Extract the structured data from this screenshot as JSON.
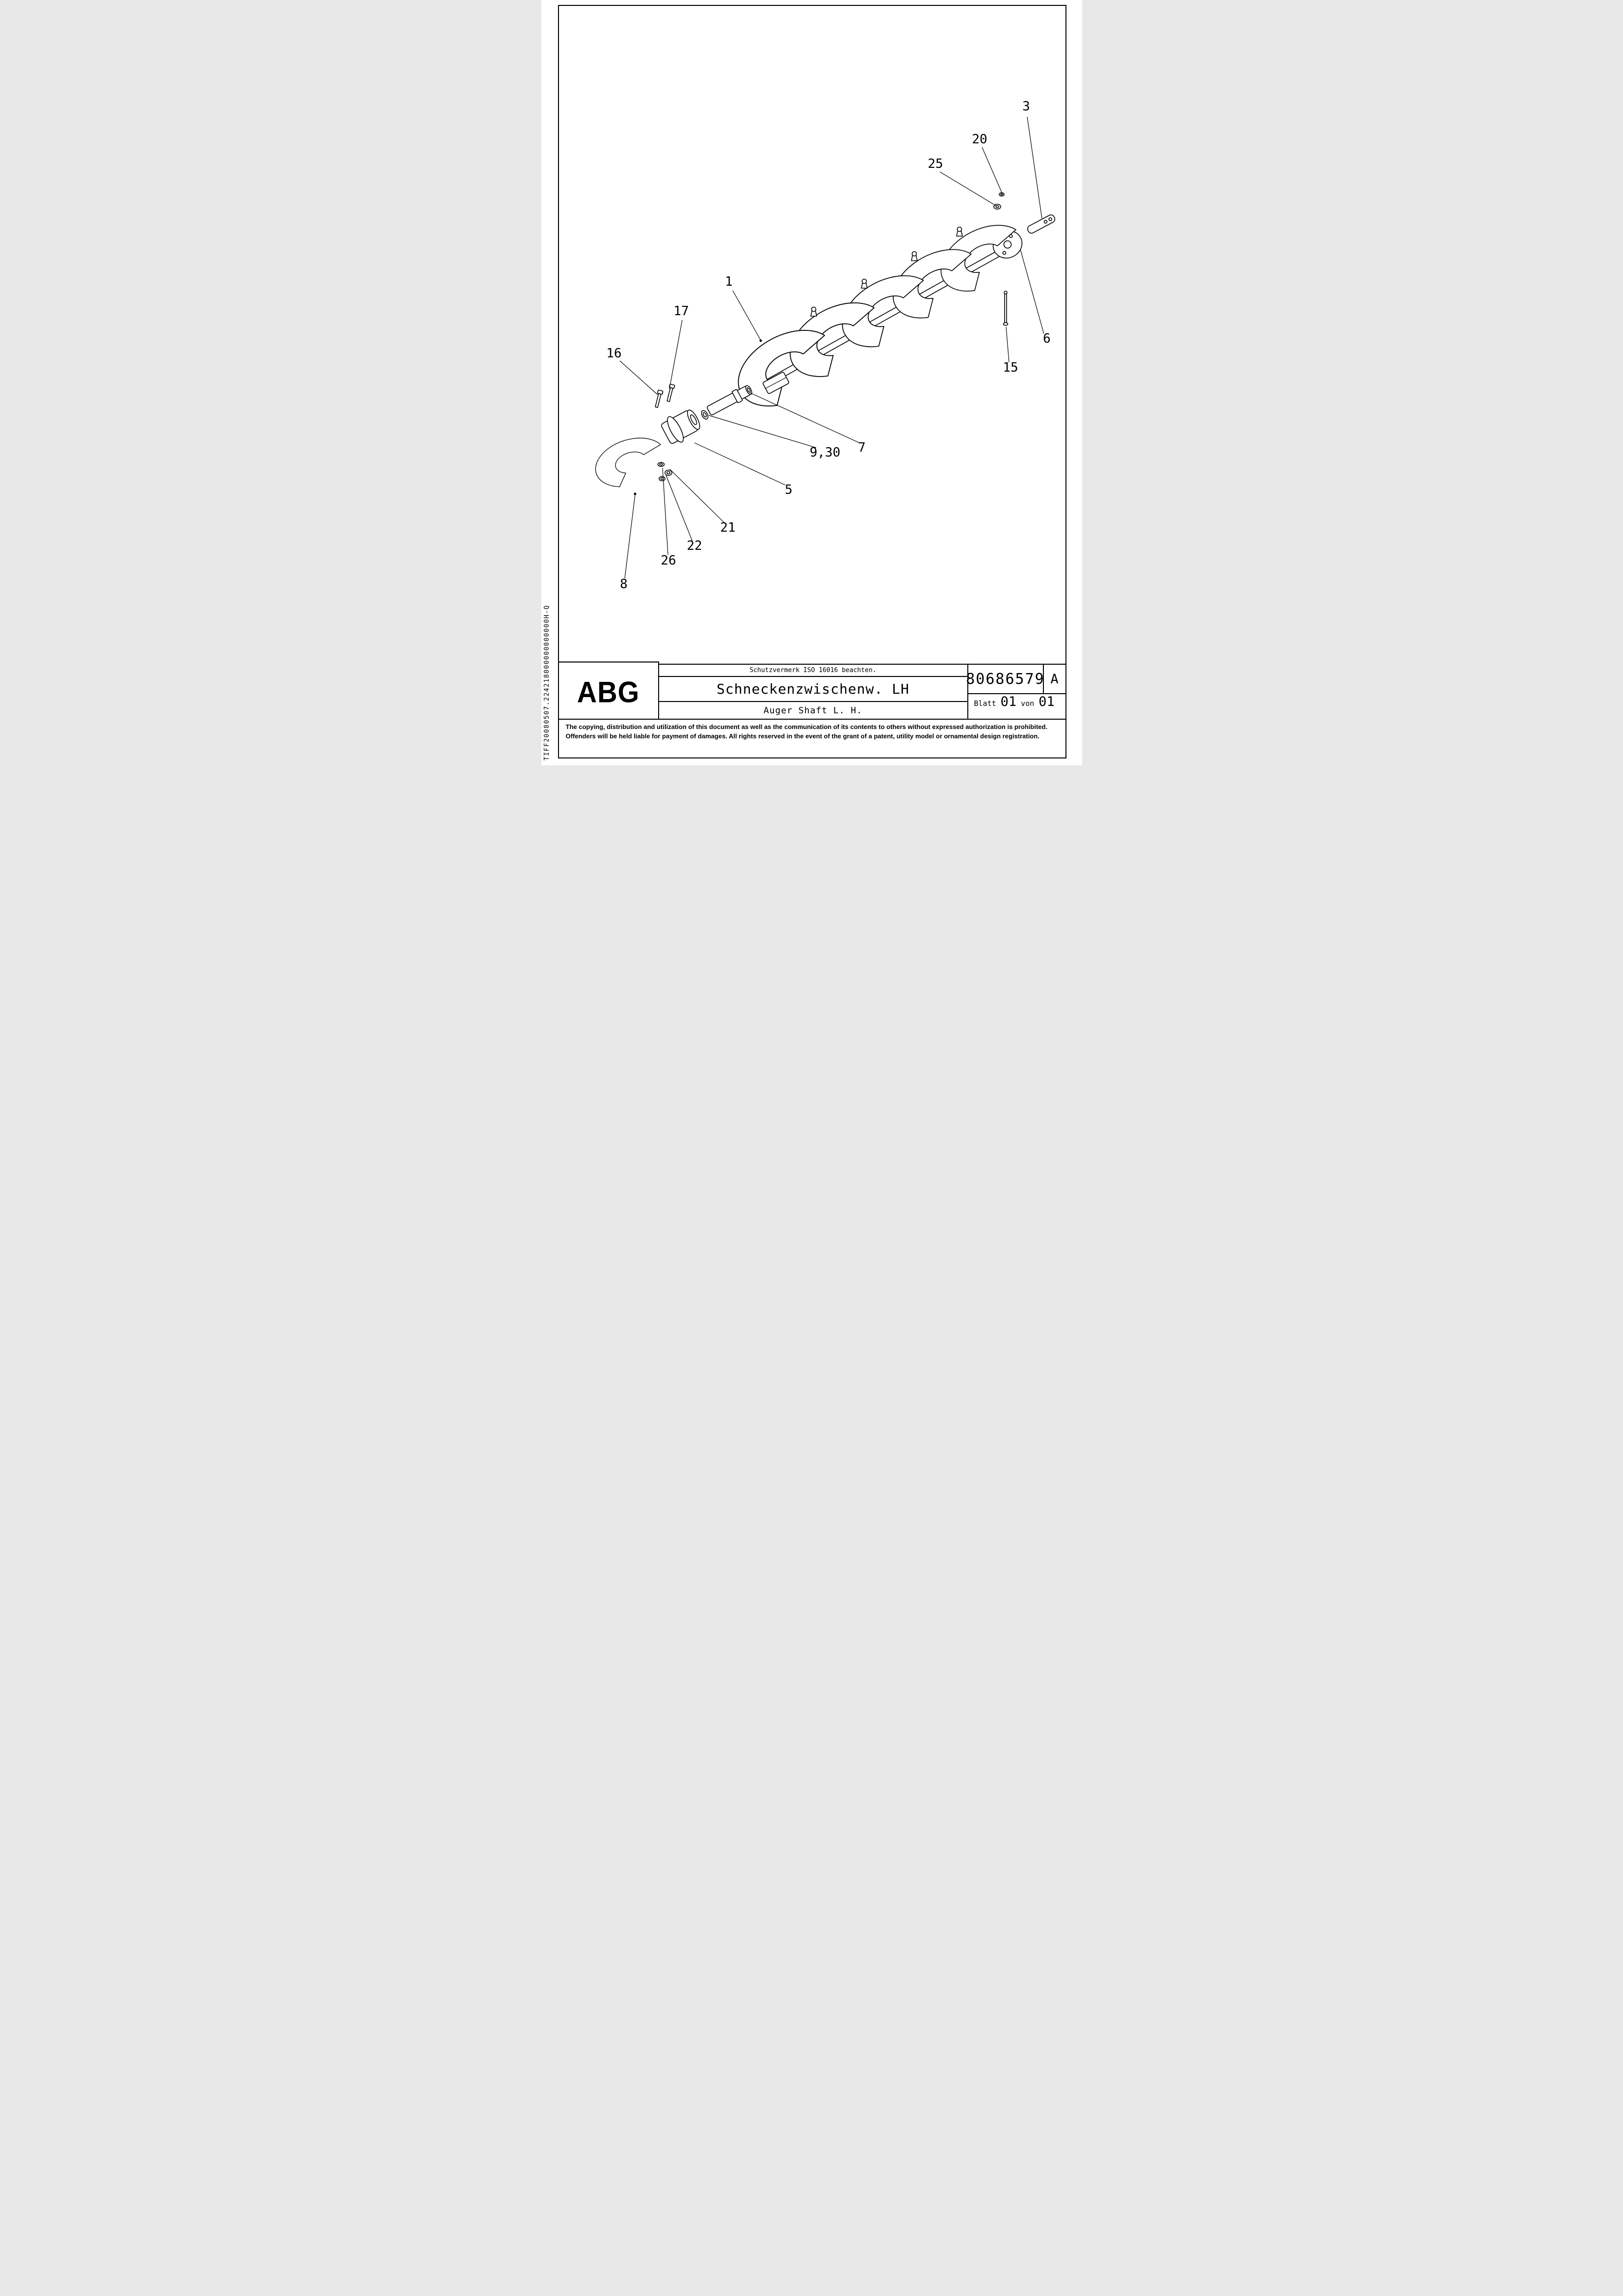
{
  "side_marker": "TIFF20080507.224218000000000000H-Q",
  "drawing": {
    "callouts": {
      "c1": "1",
      "c3": "3",
      "c5": "5",
      "c6": "6",
      "c7": "7",
      "c8": "8",
      "c9_30": "9,30",
      "c15": "15",
      "c16": "16",
      "c17": "17",
      "c20": "20",
      "c21": "21",
      "c22": "22",
      "c25": "25",
      "c26": "26"
    }
  },
  "title_block": {
    "logo": "ABG",
    "protection_note": "Schutzvermerk ISO 16016 beachten.",
    "title_de": "Schneckenzwischenw. LH",
    "title_en": "Auger Shaft L. H.",
    "document_number": "80686579",
    "revision": "A",
    "sheet_label": "Blatt",
    "sheet_number": "01",
    "of_label": "von",
    "sheet_total": "01"
  },
  "legal_notice": "The copying, distribution and utilization of this document as well as the communication of its contents to others without expressed authorization is prohibited. Offenders will be held liable for payment of damages. All rights reserved in the event of the grant of a patent, utility model or ornamental design registration."
}
